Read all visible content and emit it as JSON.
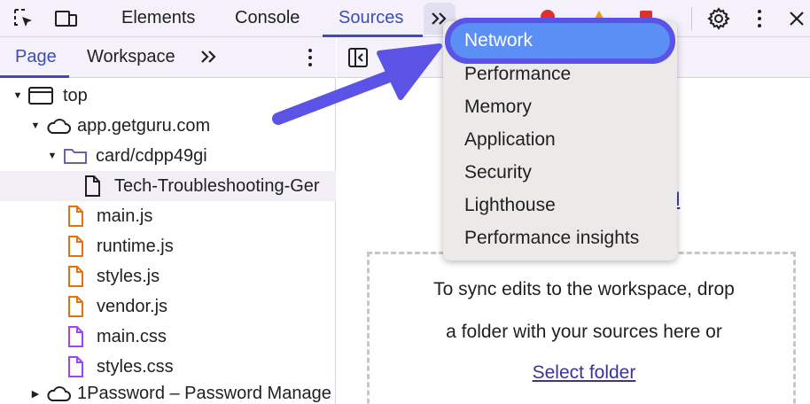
{
  "toolbar": {
    "tabs": [
      {
        "label": "Elements"
      },
      {
        "label": "Console"
      },
      {
        "label": "Sources",
        "active": true
      }
    ],
    "overflow_icon": "chevron-double-right-icon",
    "colors": {
      "accent": "#3b4eb8",
      "error": "#e0302b",
      "warning": "#f29900"
    }
  },
  "left_panel": {
    "subtabs": [
      {
        "label": "Page",
        "active": true
      },
      {
        "label": "Workspace"
      }
    ],
    "tree": [
      {
        "label": "top",
        "icon": "frame-icon",
        "expanded": true
      },
      {
        "label": "app.getguru.com",
        "icon": "cloud-icon",
        "expanded": true
      },
      {
        "label": "card/cdpp49gi",
        "icon": "folder-icon",
        "expanded": true
      },
      {
        "label": "Tech-Troubleshooting-Ger",
        "icon": "document-icon",
        "selected": true
      },
      {
        "label": "main.js",
        "icon": "js-file-icon"
      },
      {
        "label": "runtime.js",
        "icon": "js-file-icon"
      },
      {
        "label": "styles.js",
        "icon": "js-file-icon"
      },
      {
        "label": "vendor.js",
        "icon": "js-file-icon"
      },
      {
        "label": "main.css",
        "icon": "css-file-icon"
      },
      {
        "label": "styles.css",
        "icon": "css-file-icon"
      },
      {
        "label": "1Password – Password Manage",
        "icon": "cloud-icon",
        "expanded": false
      }
    ]
  },
  "right_panel": {
    "partial_link": "nd",
    "dropzone": {
      "line1": "To sync edits to the workspace, drop",
      "line2": "a folder with your sources here or",
      "link": "Select folder"
    }
  },
  "menu": {
    "items": [
      {
        "label": "Network",
        "highlighted": true
      },
      {
        "label": "Performance"
      },
      {
        "label": "Memory"
      },
      {
        "label": "Application"
      },
      {
        "label": "Security"
      },
      {
        "label": "Lighthouse"
      },
      {
        "label": "Performance insights"
      }
    ],
    "highlight_color": "#5b8ff5",
    "outline_color": "#5b52e6"
  }
}
